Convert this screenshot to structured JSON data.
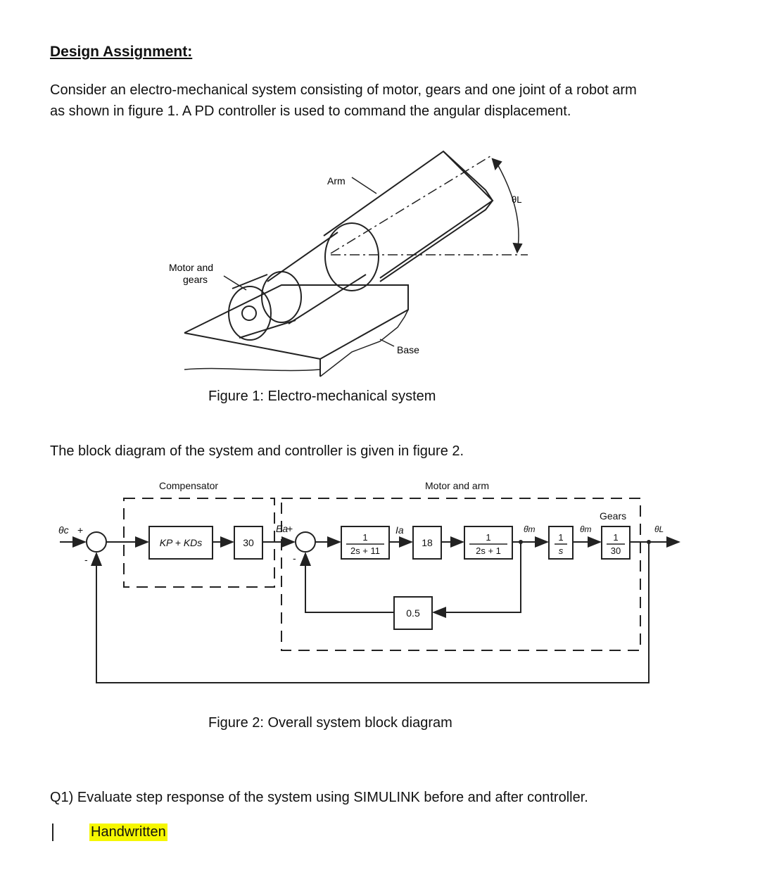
{
  "heading": "Design Assignment:",
  "intro_line1": "Consider an electro-mechanical system consisting of motor, gears and one joint of a robot arm",
  "intro_line2": "as shown in figure 1. A PD controller is used to command the angular displacement.",
  "figure1": {
    "label_arm": "Arm",
    "label_motor1": "Motor and",
    "label_motor2": "gears",
    "label_base": "Base",
    "label_theta": "θL",
    "caption": "Figure 1: Electro-mechanical system"
  },
  "block_intro": "The block diagram of the system and controller is given in figure 2.",
  "figure2": {
    "compensator_label": "Compensator",
    "motor_arm_label": "Motor and arm",
    "gears_label": "Gears",
    "theta_c": "θc",
    "plus": "+",
    "minus": "-",
    "ea": "Ea",
    "ia": "Ia",
    "theta_m_dot": "θ̇m",
    "theta_m": "θm",
    "theta_l": "θL",
    "pd_block": "KP + KDs",
    "gain30": "30",
    "tf1_num": "1",
    "tf1_den": "2s + 11",
    "gain18": "18",
    "tf2_num": "1",
    "tf2_den": "2s + 1",
    "int_num": "1",
    "int_den": "s",
    "gear_num": "1",
    "gear_den": "30",
    "feedback_gain": "0.5",
    "caption": "Figure 2: Overall system block diagram"
  },
  "question": "Q1) Evaluate step response of the system using SIMULINK before and after controller.",
  "highlight": "Handwritten"
}
